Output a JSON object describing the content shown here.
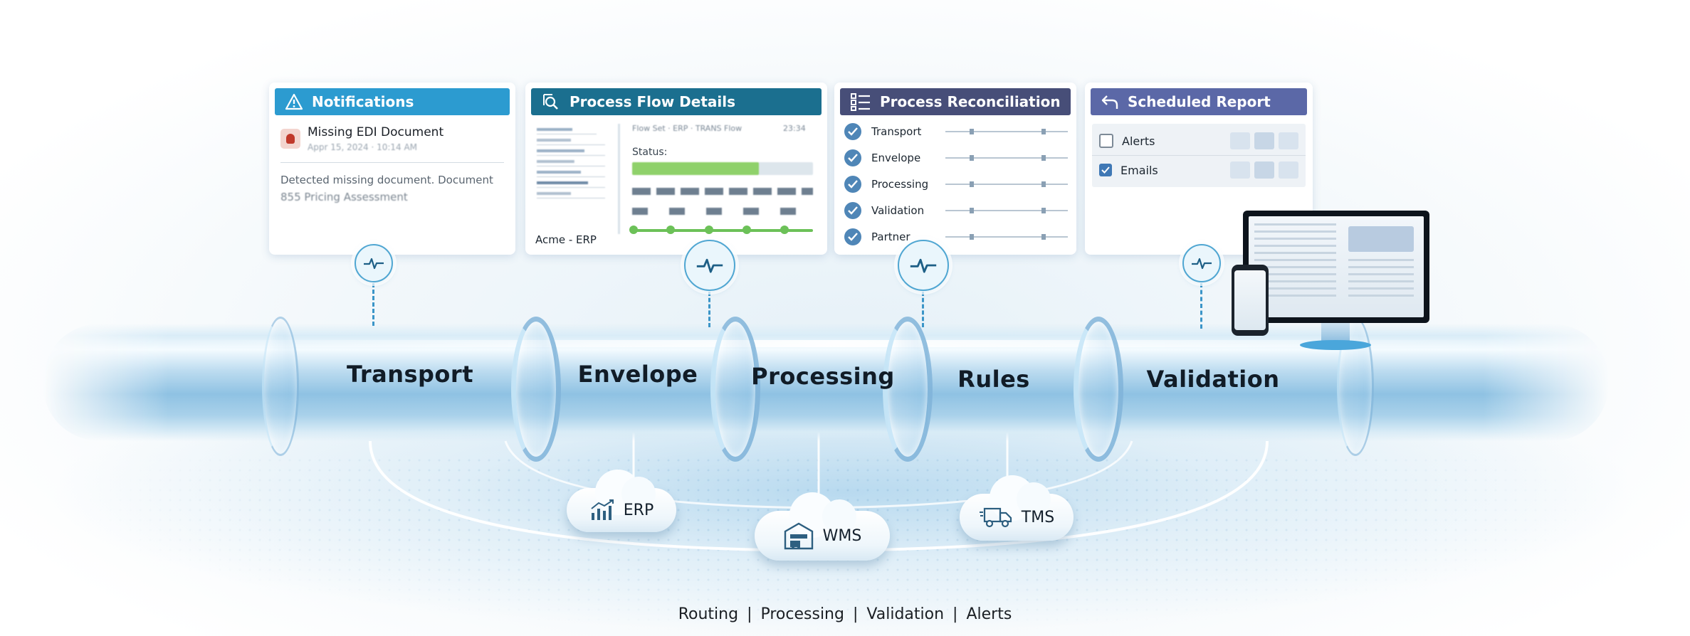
{
  "panels": {
    "notifications": {
      "title": "Notifications",
      "item_title": "Missing EDI Document",
      "item_meta": "Appr 15, 2024 · 10:14 AM",
      "body_line1": "Detected missing document. Document",
      "body_line2": "855 Pricing  Assessment"
    },
    "process_flow": {
      "title": "Process Flow Details",
      "caption": "Acme - ERP",
      "status_label": "Status:",
      "header_text": "Flow Set · ERP · TRANS Flow",
      "header_value": "23:34"
    },
    "reconciliation": {
      "title": "Process Reconciliation",
      "rows": [
        "Transport",
        "Envelope",
        "Processing",
        "Validation",
        "Partner"
      ]
    },
    "scheduled_report": {
      "title": "Scheduled Report",
      "options": [
        {
          "label": "Alerts",
          "checked": false
        },
        {
          "label": "Emails",
          "checked": true
        }
      ]
    }
  },
  "stages": [
    "Transport",
    "Envelope",
    "Processing",
    "Rules",
    "Validation"
  ],
  "systems": [
    "ERP",
    "WMS",
    "TMS"
  ],
  "footer": [
    "Routing",
    "Processing",
    "Validation",
    "Alerts"
  ],
  "colors": {
    "notifications_header": "#2c9bd0",
    "process_flow_header": "#1b6f8f",
    "reconciliation_header": "#474e78",
    "scheduled_report_header": "#5b68a7",
    "accent": "#3b95c8"
  },
  "icons": {
    "notifications": "warning-triangle-icon",
    "process_flow": "search-document-icon",
    "reconciliation": "checklist-icon",
    "scheduled_report": "return-arrow-icon",
    "node": "pulse-icon",
    "erp": "chart-icon",
    "wms": "warehouse-icon",
    "tms": "truck-icon"
  }
}
